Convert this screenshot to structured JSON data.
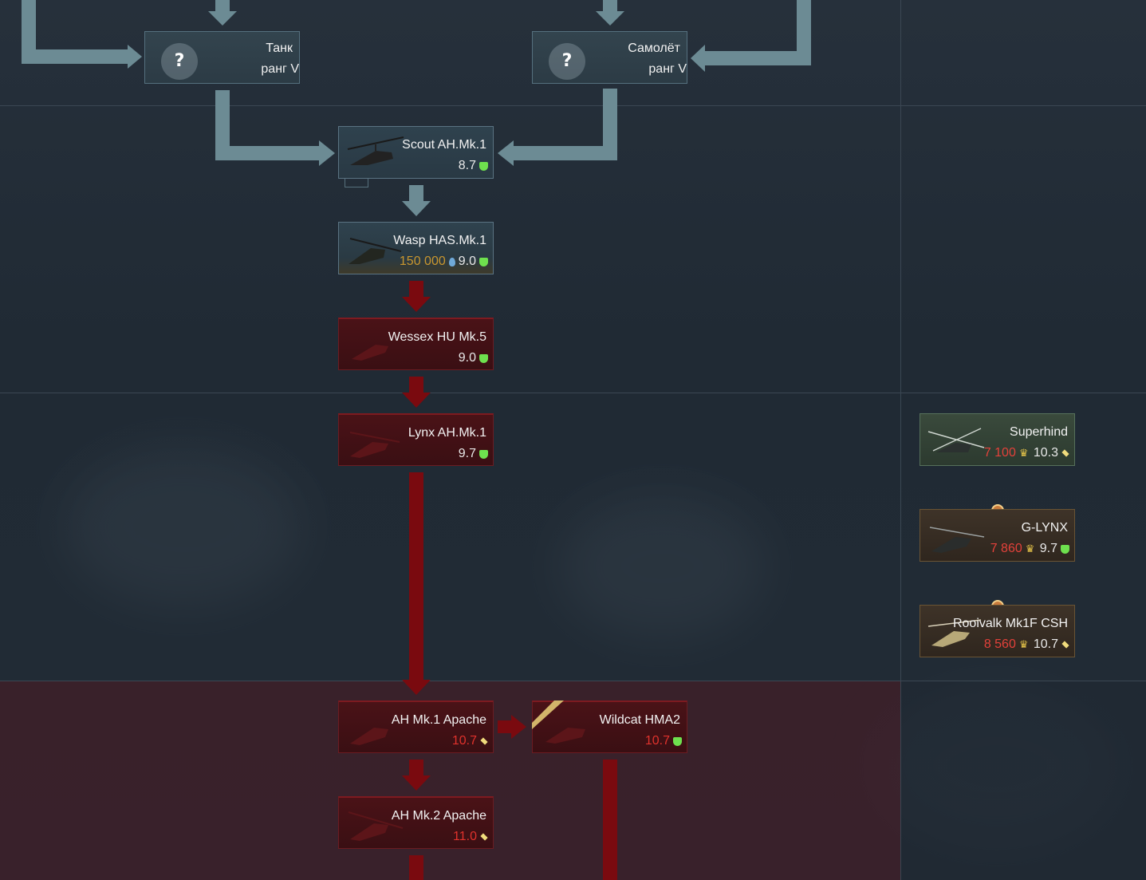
{
  "top_cards": [
    {
      "id": "tank",
      "name": "Танк",
      "sub": "ранг V"
    },
    {
      "id": "plane",
      "name": "Самолёт",
      "sub": "ранг V"
    }
  ],
  "vehicles": {
    "scout": {
      "name": "Scout AH.Mk.1",
      "br": "8.7"
    },
    "wasp": {
      "name": "Wasp HAS.Mk.1",
      "cost": "150 000",
      "br": "9.0"
    },
    "wessex": {
      "name": "Wessex HU Mk.5",
      "br": "9.0"
    },
    "lynx": {
      "name": "Lynx AH.Mk.1",
      "br": "9.7"
    },
    "apache1": {
      "name": "AH Mk.1 Apache",
      "br": "10.7"
    },
    "wildcat": {
      "name": "Wildcat HMA2",
      "br": "10.7"
    },
    "apache2": {
      "name": "AH Mk.2 Apache",
      "br": "11.0"
    },
    "superhind": {
      "name": "Superhind",
      "cost": "7 100",
      "br": "10.3"
    },
    "glynx": {
      "name": "G-LYNX",
      "cost": "7 860",
      "br": "9.7"
    },
    "rooivalk": {
      "name": "Rooivalk Mk1F CSH",
      "cost": "8 560",
      "br": "10.7"
    }
  },
  "colors": {
    "researched": "#2f424e",
    "locked": "#4a1217",
    "premium": "#3a4a3c",
    "squad": "#3e3328",
    "arrow_teal": "#6c8b94",
    "arrow_red": "#7a0a0f"
  },
  "icons": {
    "question": "?",
    "shield": "shield-icon",
    "diamond": "diamond-icon",
    "eagle": "golden-eagle-icon",
    "rp": "research-points-icon"
  }
}
